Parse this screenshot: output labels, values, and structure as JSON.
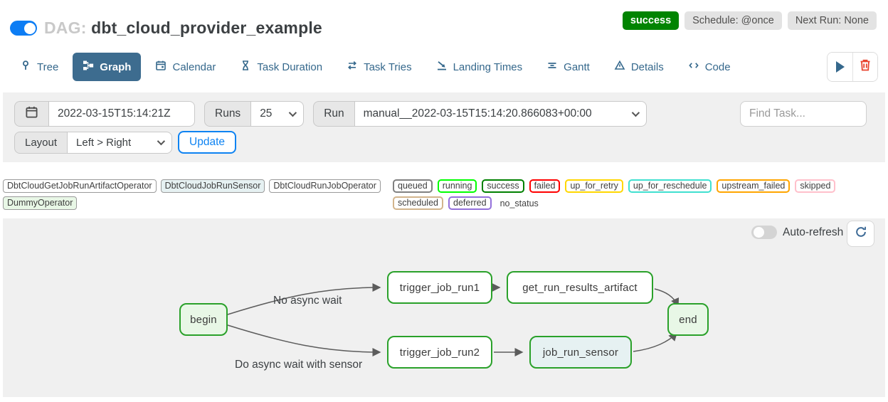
{
  "header": {
    "dag_prefix": "DAG:",
    "dag_name": "dbt_cloud_provider_example",
    "status_badge": "success",
    "schedule_badge": "Schedule: @once",
    "next_run_badge": "Next Run: None",
    "colors": {
      "status_badge_bg": "#018401",
      "toggle_on": "#0d7df4"
    }
  },
  "tabs": {
    "items": [
      {
        "label": "Tree",
        "active": false
      },
      {
        "label": "Graph",
        "active": true
      },
      {
        "label": "Calendar",
        "active": false
      },
      {
        "label": "Task Duration",
        "active": false
      },
      {
        "label": "Task Tries",
        "active": false
      },
      {
        "label": "Landing Times",
        "active": false
      },
      {
        "label": "Gantt",
        "active": false
      },
      {
        "label": "Details",
        "active": false
      },
      {
        "label": "Code",
        "active": false
      }
    ],
    "accent_color": "#3d6c8f",
    "trash_color": "#e8432e"
  },
  "filters": {
    "base_date": "2022-03-15T15:14:21Z",
    "runs_label": "Runs",
    "runs_value": "25",
    "run_label": "Run",
    "run_value": "manual__2022-03-15T15:14:20.866083+00:00",
    "find_task_placeholder": "Find Task...",
    "layout_label": "Layout",
    "layout_value": "Left > Right",
    "update_label": "Update",
    "update_color": "#0e83f2"
  },
  "legend": {
    "operators": [
      {
        "label": "DbtCloudGetJobRunArtifactOperator",
        "fill": "#ffffff"
      },
      {
        "label": "DbtCloudJobRunSensor",
        "fill": "#e6f1f2"
      },
      {
        "label": "DbtCloudRunJobOperator",
        "fill": "#ffffff"
      },
      {
        "label": "DummyOperator",
        "fill": "#e8f7e6"
      }
    ],
    "statuses": [
      {
        "label": "queued",
        "border": "#808080"
      },
      {
        "label": "running",
        "border": "#00ff00"
      },
      {
        "label": "success",
        "border": "#008000"
      },
      {
        "label": "failed",
        "border": "#ff0000"
      },
      {
        "label": "up_for_retry",
        "border": "#ffd700"
      },
      {
        "label": "up_for_reschedule",
        "border": "#40e0d0"
      },
      {
        "label": "upstream_failed",
        "border": "#ffa500"
      },
      {
        "label": "skipped",
        "border": "#ffc0cb"
      },
      {
        "label": "scheduled",
        "border": "#d2b48c"
      },
      {
        "label": "deferred",
        "border": "#9370db"
      },
      {
        "label": "no_status",
        "border": "transparent"
      }
    ]
  },
  "graph": {
    "auto_refresh_label": "Auto-refresh",
    "auto_refresh_on": false,
    "edge_color": "#5c5c5c",
    "node_border_color": "#2aa12a",
    "nodes": [
      {
        "id": "begin",
        "label": "begin",
        "fill": "#e8f7e6"
      },
      {
        "id": "trigger_job_run1",
        "label": "trigger_job_run1",
        "fill": "#ffffff"
      },
      {
        "id": "get_run_results_artifact",
        "label": "get_run_results_artifact",
        "fill": "#ffffff"
      },
      {
        "id": "end",
        "label": "end",
        "fill": "#e8f7e6"
      },
      {
        "id": "trigger_job_run2",
        "label": "trigger_job_run2",
        "fill": "#ffffff"
      },
      {
        "id": "job_run_sensor",
        "label": "job_run_sensor",
        "fill": "#e6f1f2"
      }
    ],
    "edges": [
      {
        "from": "begin",
        "to": "trigger_job_run1",
        "label": "No async wait"
      },
      {
        "from": "begin",
        "to": "trigger_job_run2",
        "label": "Do async wait with sensor"
      },
      {
        "from": "trigger_job_run1",
        "to": "get_run_results_artifact",
        "label": ""
      },
      {
        "from": "get_run_results_artifact",
        "to": "end",
        "label": ""
      },
      {
        "from": "trigger_job_run2",
        "to": "job_run_sensor",
        "label": ""
      },
      {
        "from": "job_run_sensor",
        "to": "end",
        "label": ""
      }
    ],
    "edge_labels": {
      "top": "No async wait",
      "bottom": "Do async wait with sensor"
    }
  }
}
